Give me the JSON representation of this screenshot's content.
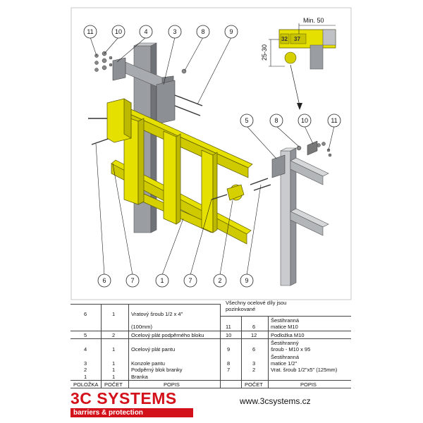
{
  "callouts_top": [
    "11",
    "10",
    "4",
    "3",
    "8",
    "9"
  ],
  "callouts_right": [
    "5",
    "8",
    "10",
    "11"
  ],
  "callouts_bottom": [
    "6",
    "7",
    "1",
    "7",
    "2",
    "9"
  ],
  "dimensions": {
    "min": "Min. 50",
    "height": "25-30"
  },
  "detail_tags": [
    "32",
    "37"
  ],
  "table": {
    "note": [
      "Všechny ocelové díly jsou",
      "pozinkované"
    ],
    "left_rows": [
      {
        "qty_id": "6",
        "count": "1",
        "desc": [
          "Vratový šroub 1/2 x 4\"",
          "",
          "(100mm)"
        ]
      },
      {
        "qty_id": "5",
        "count": "2",
        "desc": [
          "Ocelový plát podpěrného bloku"
        ]
      },
      {
        "qty_id": "4",
        "count": "1",
        "desc": [
          "Ocelový plát pantu"
        ]
      },
      {
        "qty_id": "3",
        "count": "1",
        "desc": [
          "Konzole pantu"
        ]
      },
      {
        "qty_id": "2",
        "count": "1",
        "desc": [
          "Podpěrný blok branky"
        ]
      },
      {
        "qty_id": "1",
        "count": "1",
        "desc": [
          "Branka"
        ]
      }
    ],
    "right_rows": [
      {
        "qty_id": "11",
        "count": "6",
        "desc": [
          "Šestihranná",
          "matice M10"
        ]
      },
      {
        "qty_id": "10",
        "count": "12",
        "desc": [
          "Podložka M10"
        ]
      },
      {
        "qty_id": "9",
        "count": "6",
        "desc": [
          "Šestihranný",
          "šroub - M10   x 95"
        ]
      },
      {
        "qty_id": "8",
        "count": "3",
        "desc": [
          "Šestihranná",
          "matice 1/2\""
        ]
      },
      {
        "qty_id": "7",
        "count": "2",
        "desc": [
          "Vrat. šroub 1/2\"x5\" (125mm)"
        ]
      }
    ],
    "headers": {
      "item": "POLOŽKA",
      "count": "POČET",
      "desc": "POPIS"
    }
  },
  "footer": {
    "logo": "3C SYSTEMS",
    "tagline": "barriers & protection",
    "url": "www.3csystems.cz"
  },
  "colors": {
    "yellow": "#e6e000",
    "steel": "#8f9297",
    "brand_red": "#d3111a"
  }
}
